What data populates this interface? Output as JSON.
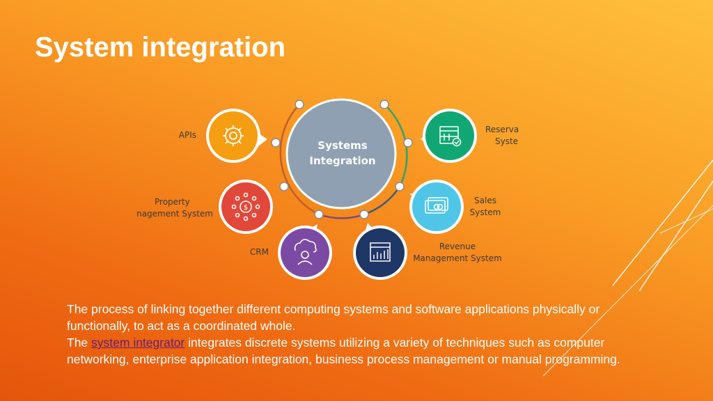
{
  "slide": {
    "title": "System integration"
  },
  "diagram": {
    "center_label_line1": "Systems",
    "center_label_line2": "Integration",
    "nodes": [
      {
        "id": "apis",
        "label": "APIs",
        "color": "#f59e12",
        "icon": "gear-dollar-icon"
      },
      {
        "id": "pms",
        "label_line1": "Property",
        "label_line2": "nagement System",
        "color": "#e1483a",
        "icon": "dollar-network-icon"
      },
      {
        "id": "crm",
        "label": "CRM",
        "color": "#7b4aa3",
        "icon": "cloud-person-icon"
      },
      {
        "id": "rms",
        "label_line1": "Revenue",
        "label_line2": "Management System",
        "color": "#1f3766",
        "icon": "bar-chart-icon"
      },
      {
        "id": "sales",
        "label_line1": "Sales",
        "label_line2": "System",
        "color": "#4fc6e8",
        "icon": "cash-icon"
      },
      {
        "id": "reservation",
        "label_line1": "Reservat",
        "label_line2": "Syster",
        "color": "#11a775",
        "icon": "calendar-check-icon"
      }
    ]
  },
  "body": {
    "line1": "The process of linking together different computing systems and software applications physically or functionally, to act as a coordinated whole.",
    "line2_prefix": "The ",
    "link_text": "system integrator",
    "line2_suffix": " integrates discrete systems utilizing a variety of techniques such as computer networking, enterprise application integration, business process management or manual programming."
  }
}
